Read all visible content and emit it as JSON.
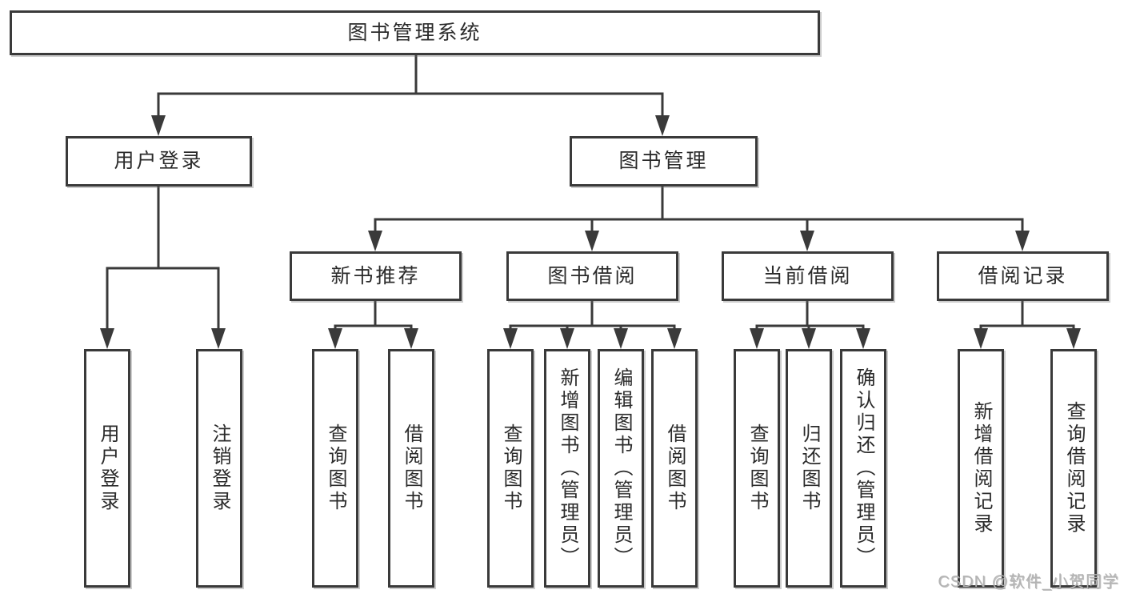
{
  "diagram": {
    "title": "图书管理系统",
    "type": "functional-structure-tree",
    "colors": {
      "line": "#3a3a3a",
      "box_background": "#ffffff",
      "text": "#2b2b2b",
      "watermark": "#b3b3b3"
    }
  },
  "tree": {
    "root": {
      "label": "图书管理系统",
      "children": [
        {
          "label": "用户登录",
          "children": [
            {
              "label": "用户登录"
            },
            {
              "label": "注销登录"
            }
          ]
        },
        {
          "label": "图书管理",
          "children": [
            {
              "label": "新书推荐",
              "children": [
                {
                  "label": "查询图书"
                },
                {
                  "label": "借阅图书"
                }
              ]
            },
            {
              "label": "图书借阅",
              "children": [
                {
                  "label": "查询图书"
                },
                {
                  "label": "新增图书（管理员）"
                },
                {
                  "label": "编辑图书（管理员）"
                },
                {
                  "label": "借阅图书"
                }
              ]
            },
            {
              "label": "当前借阅",
              "children": [
                {
                  "label": "查询图书"
                },
                {
                  "label": "归还图书"
                },
                {
                  "label": "确认归还（管理员）"
                }
              ]
            },
            {
              "label": "借阅记录",
              "children": [
                {
                  "label": "新增借阅记录"
                },
                {
                  "label": "查询借阅记录"
                }
              ]
            }
          ]
        }
      ]
    }
  },
  "watermark": {
    "text": "CSDN @软件_小贺同学"
  }
}
